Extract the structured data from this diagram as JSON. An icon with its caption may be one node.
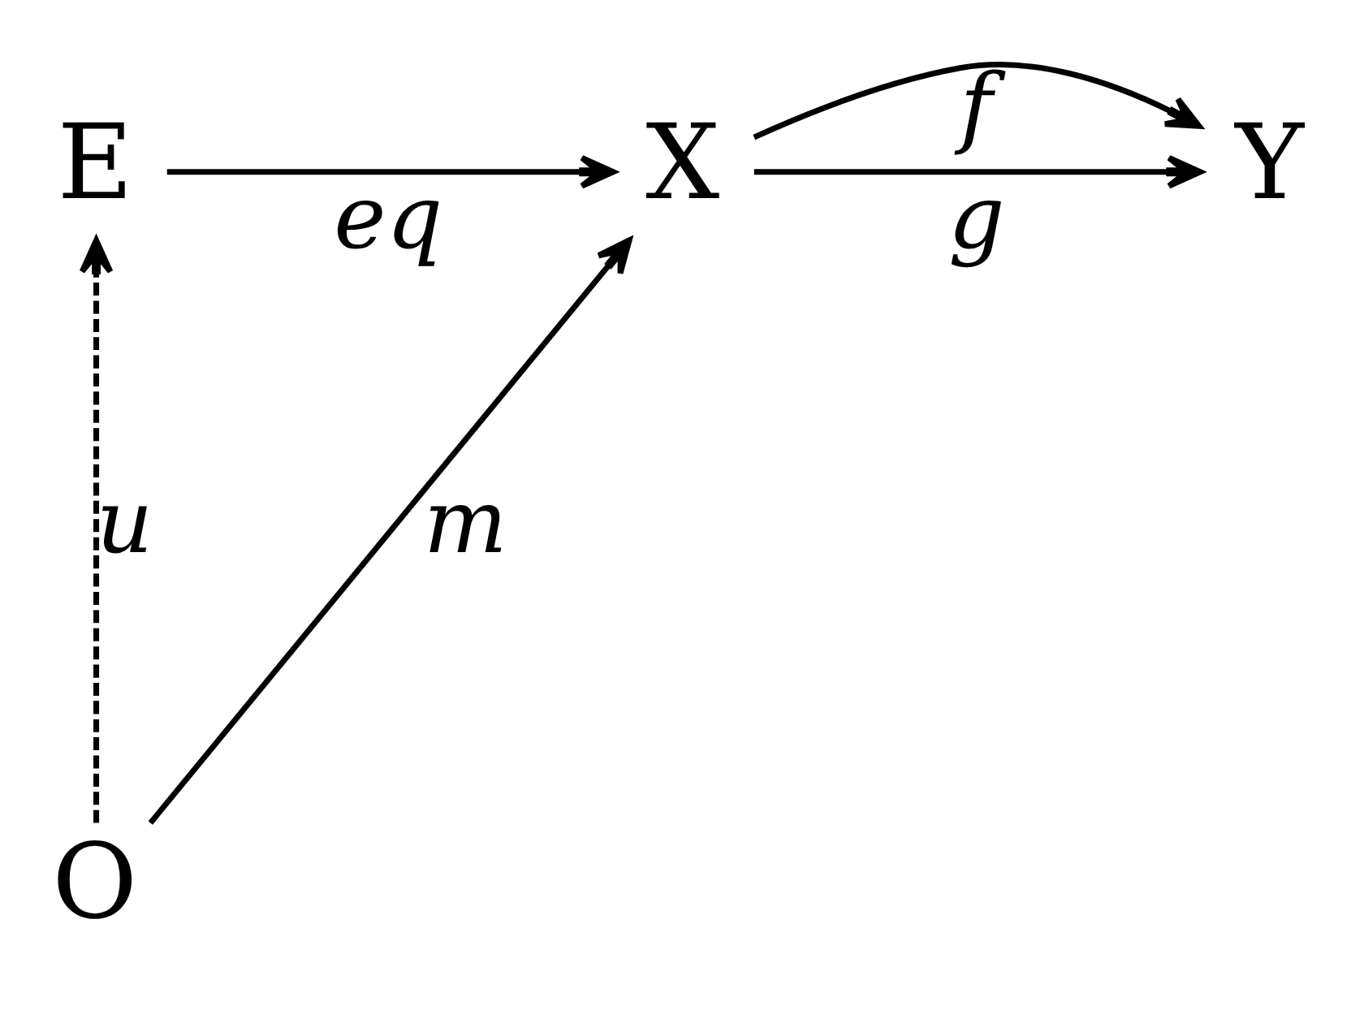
{
  "diagram": {
    "nodes": [
      {
        "text": [
          "E"
        ]
      },
      {
        "text": [
          "X"
        ]
      },
      {
        "text": [
          "Y"
        ]
      },
      {
        "text": [
          "O"
        ]
      }
    ],
    "edges": [
      {
        "from": 0,
        "to": 1,
        "arrow": "to",
        "label": "eq"
      },
      {
        "from": 1,
        "to": 2,
        "arrow": "to",
        "label": "f"
      },
      {
        "from": 1,
        "to": 2,
        "arrow": "to",
        "label": "g"
      },
      {
        "from": 3,
        "to": 0,
        "arrow": "to",
        "label": "u",
        "style": "dashed"
      },
      {
        "from": 3,
        "to": 1,
        "arrow": "to",
        "label": "m"
      }
    ]
  }
}
